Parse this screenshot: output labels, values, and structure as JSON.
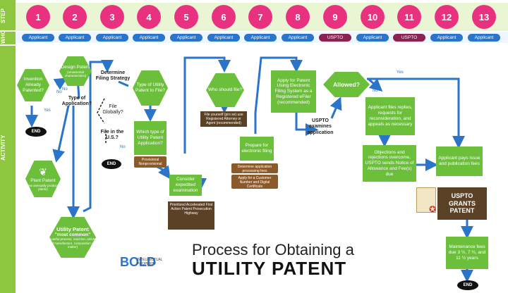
{
  "sidebar": {
    "step": "STEP",
    "who": "WHO",
    "activity": "ACTIVITY"
  },
  "steps": [
    "1",
    "2",
    "3",
    "4",
    "5",
    "6",
    "7",
    "8",
    "9",
    "10",
    "11",
    "12",
    "13"
  ],
  "who": [
    "Applicant",
    "Applicant",
    "Applicant",
    "Applicant",
    "Applicant",
    "Applicant",
    "Applicant",
    "Applicant",
    "USPTO",
    "Applicant",
    "USPTO",
    "Applicant",
    "Applicant"
  ],
  "nodes": {
    "invention_patented": "Invention Already Patented?",
    "design_patent": "Design Patent",
    "design_patent_sub": "(ornamental characteristics)",
    "type_app": "Type of Application?",
    "plant_patent": "Plant Patent",
    "plant_patent_sub": "(new asexually produced plants)",
    "utility_patent": "Utility Patent",
    "utility_most_common": "\"most common\"",
    "utility_sub": "(useful process, machine, article of manufacture, composition of matter)",
    "determine_filing": "Determine Filing Strategy",
    "file_globally": "File Globally?",
    "file_us": "File in the U.S.?",
    "type_utility": "Type of Utility Patent to File?",
    "which_type": "Which type of Utility Patent Application?",
    "provisional": "Provisional Nonprovisional",
    "consider_expedited": "Consider expedited examination",
    "expedited_options": "Prioritized Accelerated First Action Patent Prosecution Highway",
    "who_file": "Who should file?",
    "file_yourself": "File yourself (pro se) use Registered Attorney or Agent (recommended)",
    "prepare_filing": "Prepare for electronic filing",
    "fees": "Determine application processing fees",
    "apply_customer": "Apply for a Customer Number and Digital Certificate",
    "apply_patent": "Apply for Patent Using Electronic Filing System as a Registered eFiler (recommended)",
    "uspto_examines": "USPTO examines application",
    "allowed": "Allowed?",
    "applicant_replies": "Applicant files replies, requests for reconsideration, and appeals as necessary",
    "objections": "Objections and rejections overcome, USPTO sends Notice of Allowance and Fee(s) due",
    "applicant_pays": "Applicant pays issue and publication fees",
    "uspto_grants": "USPTO GRANTS PATENT",
    "maintenance": "Maintenance fees due 3 ½, 7 ½, and 11 ½ years"
  },
  "labels": {
    "yes": "Yes",
    "no": "No",
    "end": "END"
  },
  "footer": {
    "logo_letters": "BOLD",
    "logo_sub": "INTELLECTUAL PROPERTY",
    "title_line1": "Process for Obtaining a",
    "title_line2": "UTILITY PATENT"
  },
  "colors": {
    "green": "#6cbf3a",
    "blue": "#2a74c9",
    "pink": "#e8317f",
    "maroon": "#8b2252",
    "brown": "#8b5a2b"
  }
}
